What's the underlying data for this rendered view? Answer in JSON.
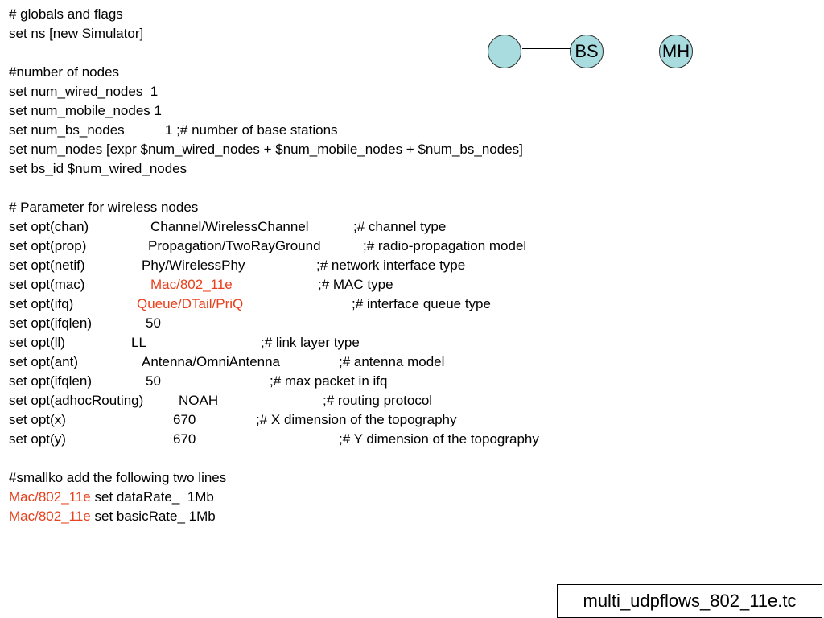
{
  "script": {
    "line1": "# globals and flags",
    "line2": "set ns [new Simulator]",
    "line3": "",
    "line4": "#number of nodes",
    "line5": "set num_wired_nodes  1",
    "line6": "set num_mobile_nodes 1",
    "line7a": "set num_bs_nodes",
    "line7b": "1 ;# number of base stations",
    "line8": "set num_nodes [expr $num_wired_nodes + $num_mobile_nodes + $num_bs_nodes]",
    "line9": "set bs_id $num_wired_nodes",
    "line10": "",
    "line11": "# Parameter for wireless nodes",
    "opts": [
      {
        "key": "set opt(chan)",
        "value": "Channel/WirelessChannel",
        "comment": ";# channel type"
      },
      {
        "key": "set opt(prop)",
        "value": "Propagation/TwoRayGround",
        "comment": ";# radio-propagation model"
      },
      {
        "key": "set opt(netif)",
        "value": "Phy/WirelessPhy",
        "comment": ";# network interface type"
      },
      {
        "key": "set opt(mac)",
        "value": "Mac/802_11e",
        "comment": ";# MAC type"
      },
      {
        "key": "set opt(ifq)",
        "value": "Queue/DTail/PriQ",
        "comment": ";# interface queue type"
      },
      {
        "key": "set opt(ifqlen)",
        "value": "50",
        "comment": ""
      },
      {
        "key": "set opt(ll)",
        "value": "LL",
        "comment": ";# link layer type"
      },
      {
        "key": "set opt(ant)",
        "value": "Antenna/OmniAntenna",
        "comment": ";# antenna model"
      },
      {
        "key": "set opt(ifqlen)",
        "value": "50",
        "comment": ";# max packet in ifq"
      },
      {
        "key": "set opt(adhocRouting)",
        "value": "NOAH",
        "comment": ";# routing protocol"
      },
      {
        "key": "set opt(x)",
        "value": "670",
        "comment": ";# X dimension of the topography"
      },
      {
        "key": "set opt(y)",
        "value": "670",
        "comment": ";# Y dimension of the topography"
      }
    ],
    "line24": "",
    "line25": "#smallko add the following two lines",
    "rate1": {
      "mac": "Mac/802_11e",
      "rest": " set dataRate_  1Mb"
    },
    "rate2": {
      "mac": "Mac/802_11e",
      "rest": " set basicRate_ 1Mb"
    }
  },
  "diagram": {
    "nodes": [
      {
        "label": ""
      },
      {
        "label": "BS"
      },
      {
        "label": "MH"
      }
    ]
  },
  "filename": "multi_udpflows_802_11e.tc",
  "colors": {
    "highlight": "#e8401c",
    "node_fill": "#a9dcde"
  }
}
